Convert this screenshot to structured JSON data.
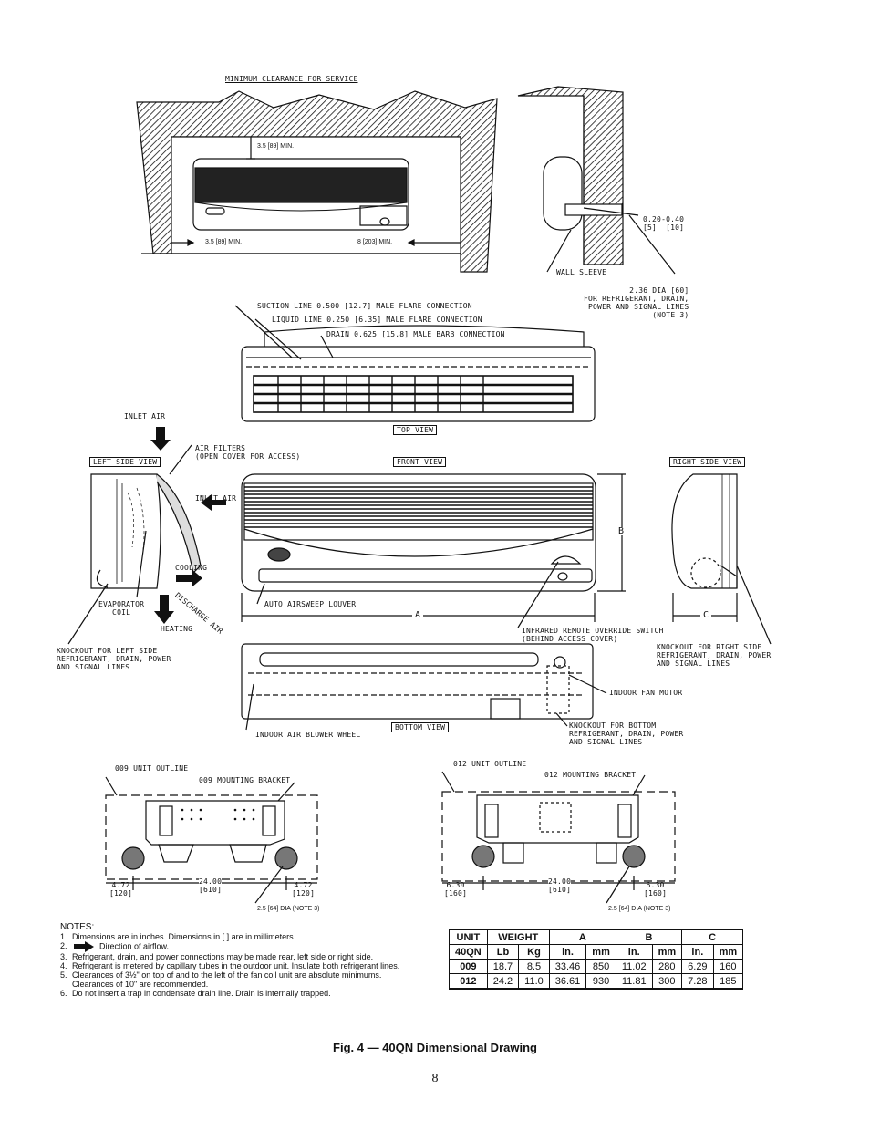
{
  "labels": {
    "min_clearance": "MINIMUM CLEARANCE FOR SERVICE",
    "top_clear": "3.5 [89] MIN.",
    "left_clear": "3.5 [89] MIN.",
    "right_clear": "8 [203] MIN.",
    "gap": "0.20-0.40\n[5]  [10]",
    "wall_sleeve": "WALL SLEEVE",
    "dia_note": "2.36 DIA [60]\nFOR REFRIGERANT, DRAIN,\nPOWER AND SIGNAL LINES\n(NOTE 3)",
    "suction": "SUCTION LINE 0.500 [12.7] MALE FLARE CONNECTION",
    "liquid": "LIQUID LINE 0.250 [6.35] MALE FLARE CONNECTION",
    "drain": "DRAIN 0.625 [15.8] MALE BARB CONNECTION",
    "inlet_air_top": "INLET AIR",
    "top_view": "TOP VIEW",
    "left_side_view": "LEFT SIDE VIEW",
    "air_filters": "AIR FILTERS\n(OPEN COVER FOR ACCESS)",
    "front_view": "FRONT VIEW",
    "right_side_view": "RIGHT SIDE VIEW",
    "inlet_air_side": "INLET AIR",
    "cooling": "COOLING",
    "discharge": "DISCHARGE AIR",
    "evaporator": "EVAPORATOR\nCOIL",
    "heating": "HEATING",
    "knockout_left": "KNOCKOUT FOR LEFT SIDE\nREFRIGERANT, DRAIN, POWER\nAND SIGNAL LINES",
    "auto_louver": "AUTO AIRSWEEP LOUVER",
    "dim_a": "A",
    "dim_b": "B",
    "dim_c": "C",
    "ir_switch": "INFRARED REMOTE OVERRIDE SWITCH\n(BEHIND ACCESS COVER)",
    "knockout_right": "KNOCKOUT FOR RIGHT SIDE\nREFRIGERANT, DRAIN, POWER\nAND SIGNAL LINES",
    "fan_motor": "INDOOR FAN MOTOR",
    "blower": "INDOOR AIR BLOWER WHEEL",
    "bottom_view": "BOTTOM VIEW",
    "knockout_bottom": "KNOCKOUT FOR BOTTOM\nREFRIGERANT, DRAIN, POWER\nAND SIGNAL LINES",
    "outline_009": "009 UNIT OUTLINE",
    "bracket_009": "009 MOUNTING BRACKET",
    "outline_012": "012 UNIT OUTLINE",
    "bracket_012": "012 MOUNTING BRACKET",
    "d009_left": "4.72\n[120]",
    "d009_mid": "24.00\n[610]",
    "d009_right": "4.72\n[120]",
    "d009_dia": "2.5 [64] DIA (NOTE 3)",
    "d012_left": "6.30\n[160]",
    "d012_mid": "24.00\n[610]",
    "d012_right": "6.30\n[160]",
    "d012_dia": "2.5 [64] DIA (NOTE 3)"
  },
  "notes": {
    "title": "NOTES:",
    "items": [
      {
        "num": "1.",
        "text": "Dimensions are in inches. Dimensions in [   ] are in millimeters."
      },
      {
        "num": "2.",
        "text": "Direction of airflow."
      },
      {
        "num": "3.",
        "text": "Refrigerant, drain, and power connections may be made rear, left side or right side."
      },
      {
        "num": "4.",
        "text": "Refrigerant is metered by capillary tubes in the outdoor unit. Insulate both refrigerant lines."
      },
      {
        "num": "5.",
        "text": "Clearances of 3½\" on top of and to the left of the fan coil unit are absolute minimums. Clearances of 10\" are recommended."
      },
      {
        "num": "6.",
        "text": "Do not insert a trap in condensate drain line. Drain is internally trapped."
      }
    ]
  },
  "table": {
    "h_unit": "UNIT",
    "h_weight": "WEIGHT",
    "h_a": "A",
    "h_b": "B",
    "h_c": "C",
    "h_model": "40QN",
    "sub": [
      "Lb",
      "Kg",
      "in.",
      "mm",
      "in.",
      "mm",
      "in.",
      "mm"
    ],
    "rows": [
      [
        "009",
        "18.7",
        "8.5",
        "33.46",
        "850",
        "11.02",
        "280",
        "6.29",
        "160"
      ],
      [
        "012",
        "24.2",
        "11.0",
        "36.61",
        "930",
        "11.81",
        "300",
        "7.28",
        "185"
      ]
    ]
  },
  "caption": "Fig. 4 — 40QN Dimensional Drawing",
  "page_number": "8"
}
